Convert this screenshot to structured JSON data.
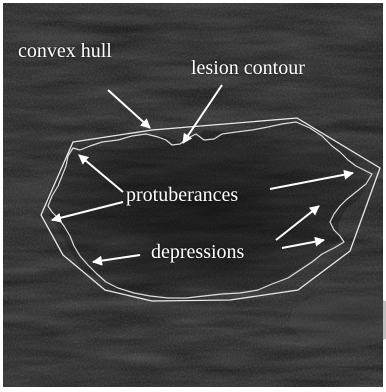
{
  "annotations": {
    "convex_hull": "convex hull",
    "lesion_contour": "lesion contour",
    "protuberances": "protuberances",
    "depressions": "depressions"
  },
  "colors": {
    "background": "#1f1f1f",
    "outline": "#e8e8e8",
    "text": "#ffffff",
    "frame": "#ffffff"
  }
}
